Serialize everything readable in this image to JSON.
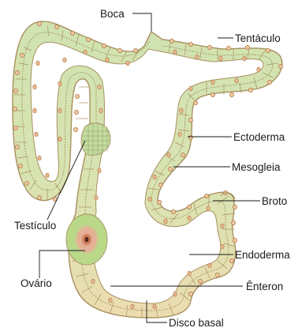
{
  "labels": {
    "boca": "Boca",
    "tentaculo": "Tentáculo",
    "ectoderma": "Ectoderma",
    "mesogleia": "Mesogleia",
    "broto": "Broto",
    "testiculo": "Testículo",
    "endoderma": "Endoderma",
    "ovario": "Ovário",
    "enteron": "Ênteron",
    "disco_basal": "Disco basal"
  },
  "colors": {
    "ectoderm_outline": "#a89060",
    "ectoderm_fill_green": "#cfe3b0",
    "ectoderm_fill_beige": "#ecdcb0",
    "endoderm_fill": "#e6d6a8",
    "nucleus_fill": "#e8b890",
    "nucleus_stroke": "#a8703c",
    "ovary_outer": "#b9d989",
    "ovary_inner": "#e5a896",
    "ovary_nucleus": "#5a2a1a",
    "enteron": "#ffffff"
  }
}
